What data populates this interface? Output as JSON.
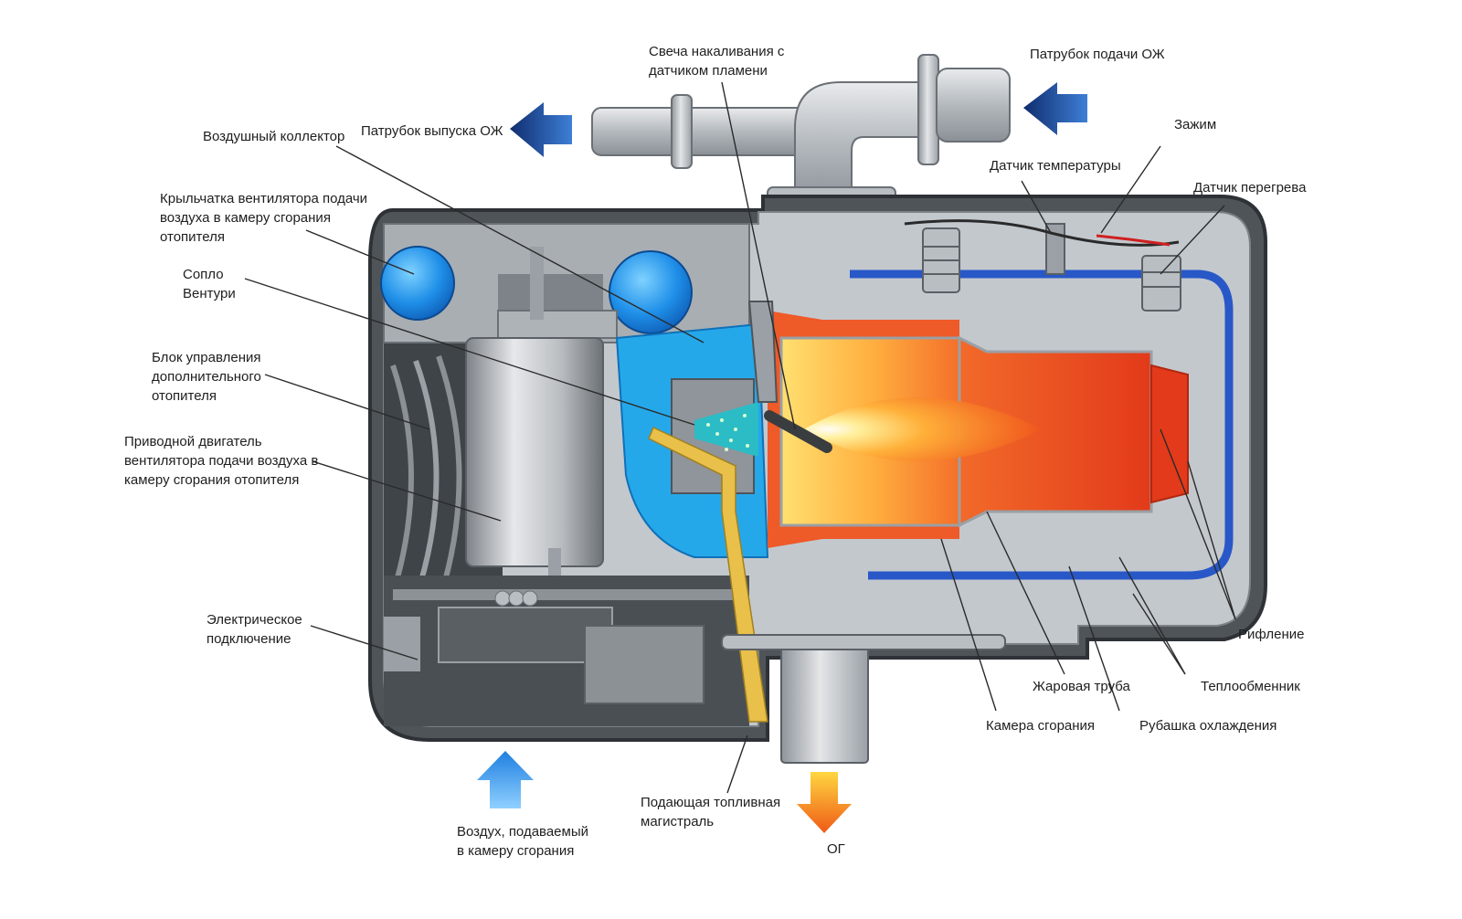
{
  "labels": {
    "glow_plug": [
      "Свеча накаливания с",
      "датчиком пламени"
    ],
    "coolant_inlet": [
      "Патрубок подачи ОЖ"
    ],
    "coolant_outlet": [
      "Патрубок выпуска ОЖ"
    ],
    "air_manifold": [
      "Воздушный коллектор"
    ],
    "clamp": [
      "Зажим"
    ],
    "temp_sensor": [
      "Датчик температуры"
    ],
    "overheat_sensor": [
      "Датчик перегрева"
    ],
    "fan_impeller": [
      "Крыльчатка вентилятора подачи",
      "воздуха в камеру сгорания",
      "отопителя"
    ],
    "venturi": [
      "Сопло",
      "Вентури"
    ],
    "control_unit": [
      "Блок управления",
      "дополнительного",
      "отопителя"
    ],
    "fan_motor": [
      "Приводной двигатель",
      "вентилятора подачи воздуха в",
      "камеру сгорания отопителя"
    ],
    "electrical": [
      "Электрическое",
      "подключение"
    ],
    "ribbing": [
      "Рифление"
    ],
    "flame_tube": [
      "Жаровая труба"
    ],
    "heat_exchanger": [
      "Теплообменник"
    ],
    "combustion_chamber": [
      "Камера сгорания"
    ],
    "cooling_jacket": [
      "Рубашка охлаждения"
    ],
    "fuel_line": [
      "Подающая топливная",
      "магистраль"
    ],
    "air_intake": [
      "Воздух, подаваемый",
      "в камеру сгорания"
    ],
    "exhaust": [
      "ОГ"
    ]
  },
  "colors": {
    "coolant_arrow": "#1f4e9a",
    "air_arrow": "#2f8fe0",
    "exhaust_arrow": "#f07a1a",
    "housing": "#5f6368",
    "housing_light": "#c9cdd1",
    "combustion_red": "#e8401c",
    "flame_yellow": "#ffd84a",
    "coolant_blue": "#2858c8",
    "air_blue": "#29a8ea",
    "fuel_line": "#e8c04a"
  }
}
